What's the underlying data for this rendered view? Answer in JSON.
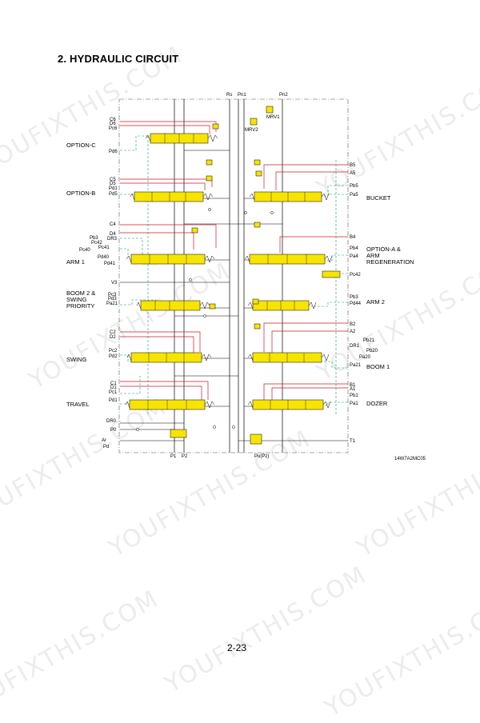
{
  "header": {
    "section_title": "2.  HYDRAULIC CIRCUIT"
  },
  "page": {
    "number": "2-23"
  },
  "watermark_text": "YOUFIXTHIS.COM",
  "diagram": {
    "code": "14W7A2MC05",
    "top_ports": [
      "Rs",
      "Pn1",
      "Pn2"
    ],
    "bottom_ports": [
      "P1",
      "P2",
      "Pu(Pz)"
    ],
    "relief_valves": [
      "MRV1",
      "MRV2"
    ],
    "left_sections": [
      "OPTION-C",
      "OPTION-B",
      "ARM 1",
      "BOOM 2 & SWING PRIORITY",
      "SWING",
      "TRAVEL"
    ],
    "right_sections": [
      "BUCKET",
      "OPTION-A & ARM REGENERATION",
      "ARM 2",
      "BOOM 1",
      "DOZER"
    ],
    "left_ports": [
      "C6",
      "D6",
      "Pc6",
      "Pd6",
      "C5",
      "D5",
      "Pd1",
      "Pd5",
      "C4",
      "D4",
      "Pb3",
      "DR3",
      "Pc42",
      "Pc41",
      "Pc40",
      "Pd40",
      "Pd41",
      "V3",
      "Pc3",
      "Pd3",
      "Pa21",
      "C2",
      "D2",
      "Pc2",
      "Pd2",
      "C1",
      "D1",
      "Pc1",
      "Pd1",
      "DR0",
      "P0",
      "Ar",
      "Pd"
    ],
    "right_ports": [
      "B5",
      "A5",
      "Pb5",
      "Pa5",
      "B4",
      "Pb4",
      "Pa4",
      "Pc42",
      "Pb3",
      "Pd44",
      "B2",
      "A2",
      "DR1",
      "Pb21",
      "Pb20",
      "Pa20",
      "Pa21",
      "B1",
      "A1",
      "Pb1",
      "Pa1",
      "T1"
    ]
  }
}
